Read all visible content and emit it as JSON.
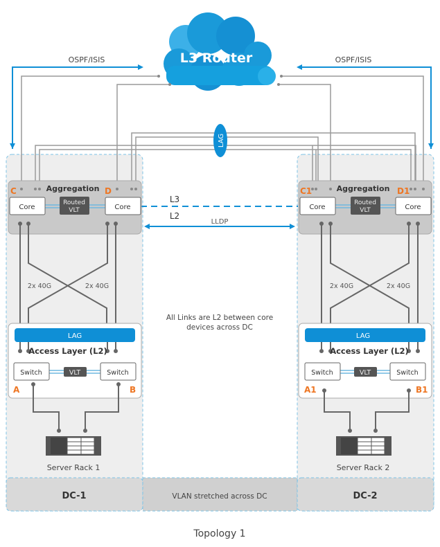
{
  "router": {
    "label": "L3 Router"
  },
  "protocol_left": "OSPF/ISIS",
  "protocol_right": "OSPF/ISIS",
  "top_lag": "LAG",
  "colors": {
    "blue": "#0f8fd6",
    "orange": "#ee7623",
    "dark": "#555555",
    "line": "#999999",
    "dc_bg": "#eeeeee",
    "footer_bg": "#d6d6d6"
  },
  "dc1": {
    "aggregation_title": "Aggregation",
    "node_c": "C",
    "node_d": "D",
    "core_left": "Core",
    "core_right": "Core",
    "routed_vlt_line1": "Routed",
    "routed_vlt_line2": "VLT",
    "uplink_left": "2x 40G",
    "uplink_right": "2x 40G",
    "lag": "LAG",
    "access_title": "Access Layer (L2)",
    "switch_left": "Switch",
    "switch_right": "Switch",
    "vlt": "VLT",
    "node_a": "A",
    "node_b": "B",
    "server": "Server Rack 1",
    "footer": "DC-1"
  },
  "dc2": {
    "aggregation_title": "Aggregation",
    "node_c": "C1",
    "node_d": "D1",
    "core_left": "Core",
    "core_right": "Core",
    "routed_vlt_line1": "Routed",
    "routed_vlt_line2": "VLT",
    "uplink_left": "2x 40G",
    "uplink_right": "2x 40G",
    "lag": "LAG",
    "access_title": "Access Layer (L2)",
    "switch_left": "Switch",
    "switch_right": "Switch",
    "vlt": "VLT",
    "node_a": "A1",
    "node_b": "B1",
    "server": "Server Rack 2",
    "footer": "DC-2"
  },
  "interdc": {
    "l3": "L3",
    "l2": "L2",
    "lldp": "LLDP",
    "note_line1": "All Links are L2 between core",
    "note_line2": "devices across DC",
    "vlan": "VLAN stretched across DC"
  },
  "caption": "Topology 1"
}
